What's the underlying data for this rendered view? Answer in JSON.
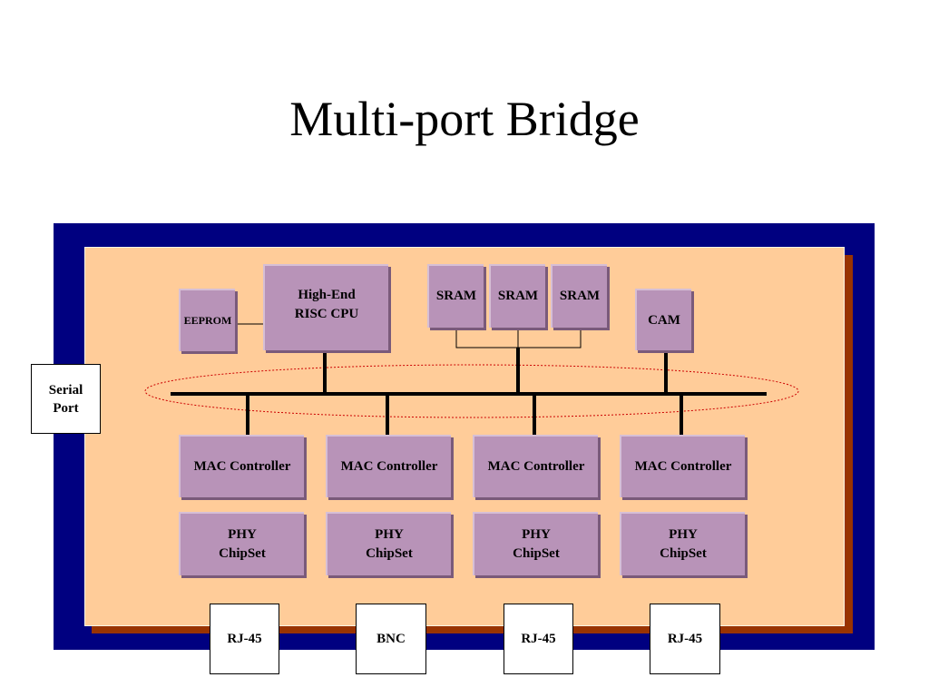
{
  "title": "Multi-port Bridge",
  "colors": {
    "board_outer": "#000080",
    "board_inner": "#ffcc99",
    "board_shadow": "#993300",
    "chip_fill": "#b893b8",
    "bus": "#000000",
    "ellipse": "#cc0000",
    "port_fill": "#ffffff"
  },
  "components": {
    "eeprom": "EEPROM",
    "cpu": "High-End\nRISC CPU",
    "srams": [
      "SRAM",
      "SRAM",
      "SRAM"
    ],
    "cam": "CAM",
    "mac_controllers": [
      "MAC Controller",
      "MAC Controller",
      "MAC Controller",
      "MAC Controller"
    ],
    "phy_chipsets": [
      "PHY\nChipSet",
      "PHY\nChipSet",
      "PHY\nChipSet",
      "PHY\nChipSet"
    ]
  },
  "ports": {
    "serial": "Serial\nPort",
    "connectors": [
      "RJ-45",
      "BNC",
      "RJ-45",
      "RJ-45"
    ]
  }
}
